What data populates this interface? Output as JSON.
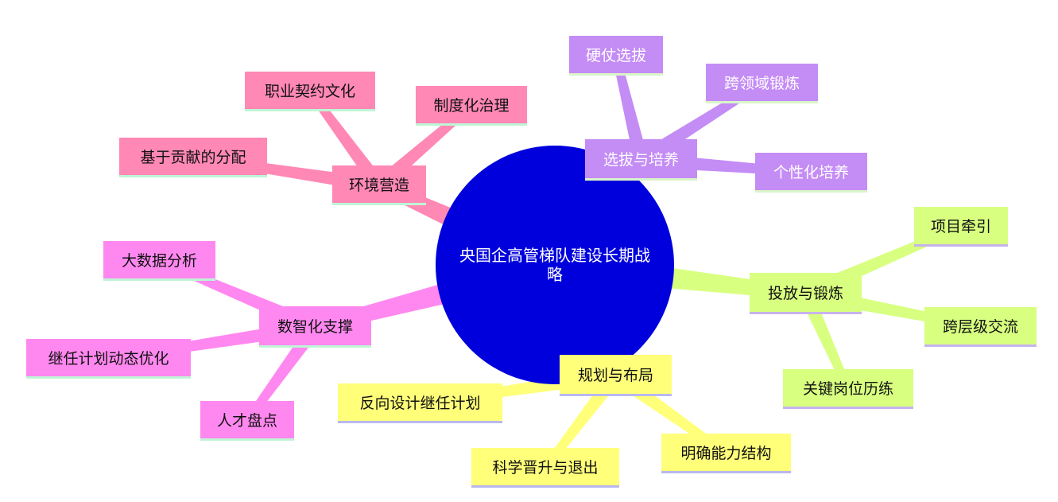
{
  "center": {
    "label": "央国企高管梯队建设长期战略",
    "color": "#0000dd"
  },
  "branches": [
    {
      "id": "env",
      "label": "环境营造",
      "color": "#ff88b4",
      "underline": "#bff5d5",
      "children": [
        "职业契约文化",
        "制度化治理",
        "基于贡献的分配"
      ]
    },
    {
      "id": "select",
      "label": "选拔与培养",
      "color": "#c48cf5",
      "underline": "#d8f5c8",
      "children": [
        "硬仗选拔",
        "跨领域锻炼",
        "个性化培养"
      ]
    },
    {
      "id": "deploy",
      "label": "投放与锻炼",
      "color": "#d8ff80",
      "underline": "#c7b3ee",
      "children": [
        "项目牵引",
        "跨层级交流",
        "关键岗位历练"
      ]
    },
    {
      "id": "plan",
      "label": "规划与布局",
      "color": "#ffff7a",
      "underline": "#b8b8f0",
      "children": [
        "反向设计继任计划",
        "科学晋升与退出",
        "明确能力结构"
      ]
    },
    {
      "id": "digital",
      "label": "数智化支撑",
      "color": "#ff88f0",
      "underline": "#bff5d5",
      "children": [
        "大数据分析",
        "继任计划动态优化",
        "人才盘点"
      ]
    }
  ]
}
